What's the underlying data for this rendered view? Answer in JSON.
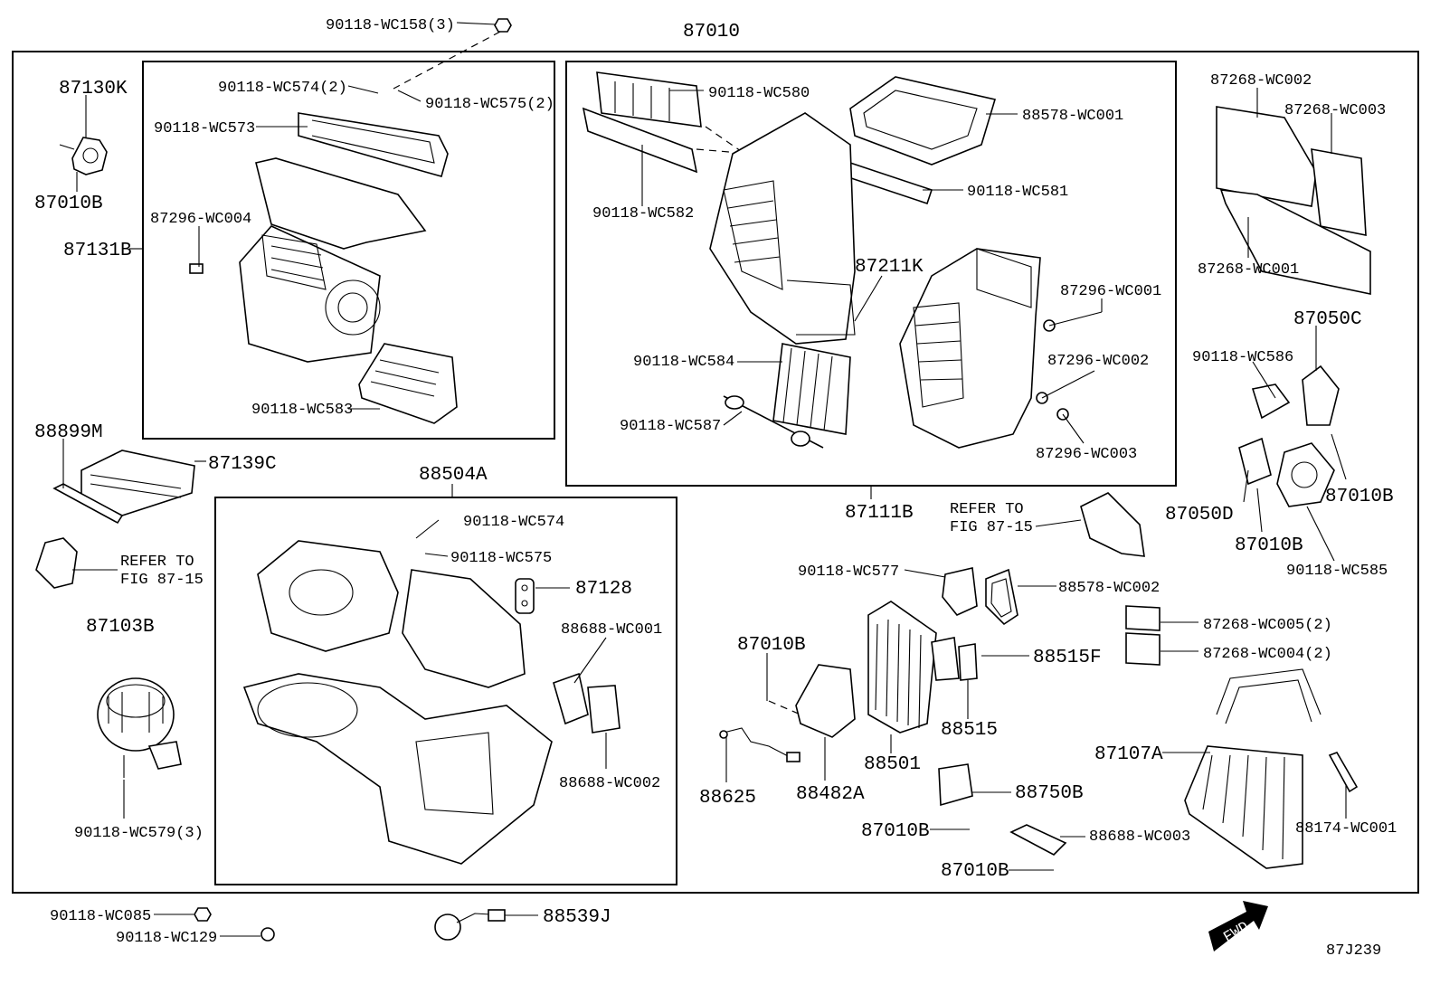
{
  "diagram": {
    "title": "87010",
    "figure_code": "87J239",
    "fwd_label": "FWD",
    "refer_a": [
      "REFER TO",
      "FIG 87-15"
    ],
    "refer_b": [
      "REFER TO",
      "FIG 87-15"
    ],
    "parts": {
      "p01": "90118-WC158(3)",
      "p02": "87130K",
      "p03": "87010B",
      "p04": "87131B",
      "p05": "90118-WC574(2)",
      "p06": "90118-WC575(2)",
      "p07": "90118-WC573",
      "p08": "87296-WC004",
      "p09": "90118-WC583",
      "p10": "90118-WC580",
      "p11": "88578-WC001",
      "p12": "90118-WC582",
      "p13": "90118-WC581",
      "p14": "87211K",
      "p15": "87296-WC001",
      "p16": "90118-WC584",
      "p17": "87296-WC002",
      "p18": "90118-WC587",
      "p19": "87296-WC003",
      "p20": "87268-WC002",
      "p21": "87268-WC003",
      "p22": "87268-WC001",
      "p23": "87050C",
      "p24": "90118-WC586",
      "p25": "87010B",
      "p26": "87050D",
      "p27": "87010B",
      "p28": "90118-WC585",
      "p29": "88899M",
      "p30": "87139C",
      "p31": "88504A",
      "p32": "90118-WC574",
      "p33": "90118-WC575",
      "p34": "87128",
      "p35": "88688-WC001",
      "p36": "88688-WC002",
      "p37": "87103B",
      "p38": "90118-WC579(3)",
      "p39": "87111B",
      "p40": "90118-WC577",
      "p41": "88578-WC002",
      "p42": "87268-WC005(2)",
      "p43": "87268-WC004(2)",
      "p44": "87010B",
      "p45": "88515F",
      "p46": "88515",
      "p47": "88501",
      "p48": "88482A",
      "p49": "88625",
      "p50": "88750B",
      "p51": "87010B",
      "p52": "88688-WC003",
      "p53": "87010B",
      "p54": "87107A",
      "p55": "88174-WC001",
      "p56": "90118-WC085",
      "p57": "90118-WC129",
      "p58": "88539J"
    }
  }
}
